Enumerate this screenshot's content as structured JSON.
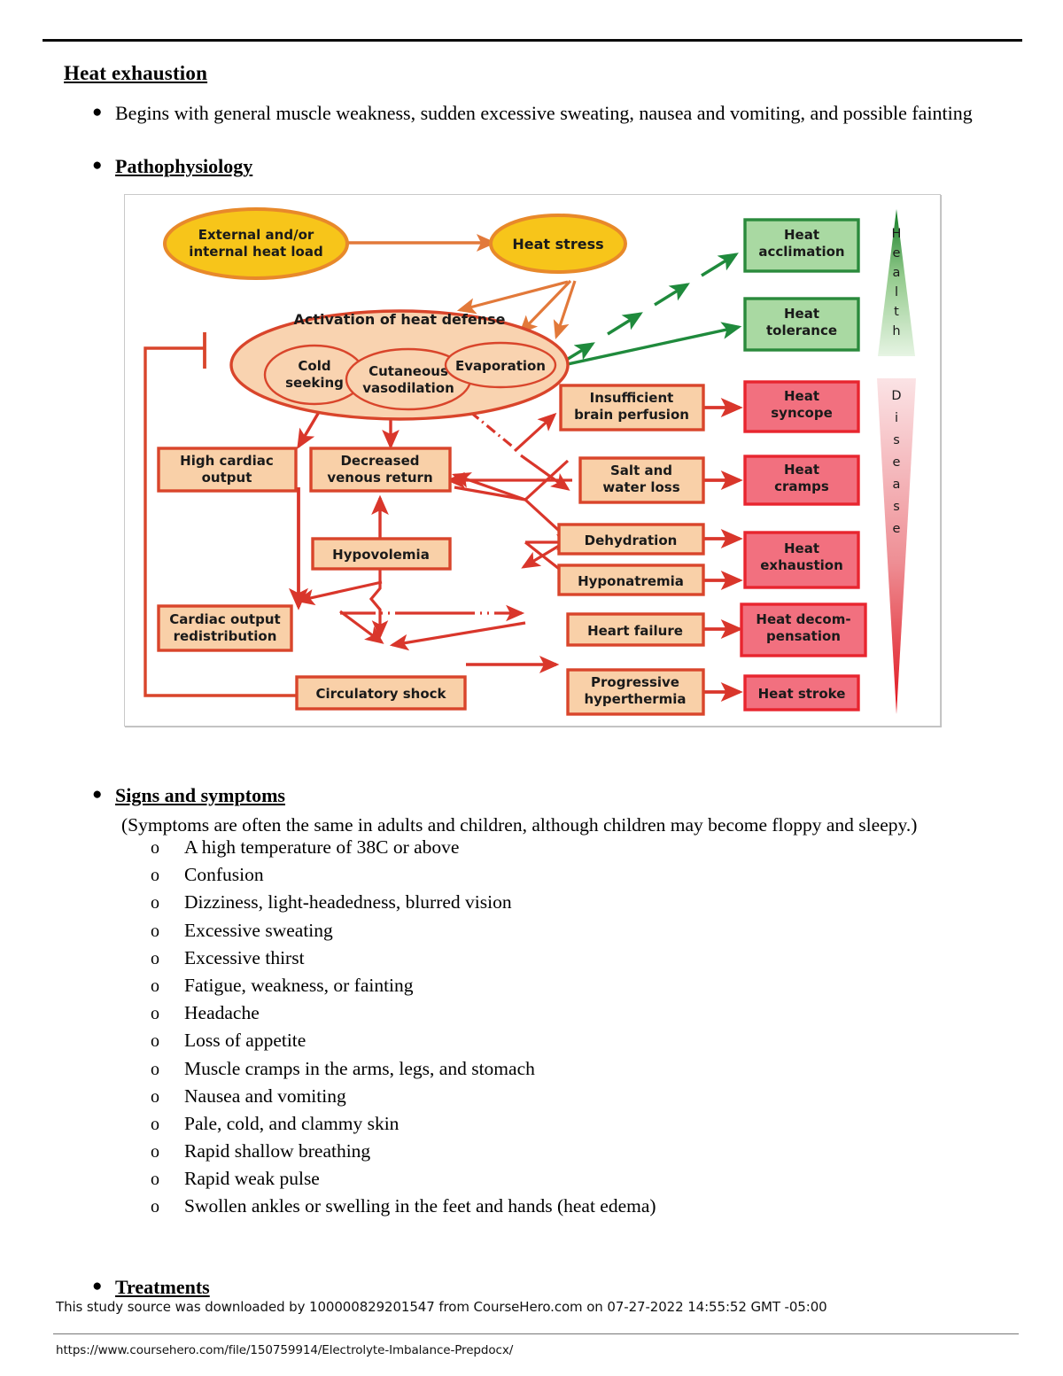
{
  "document": {
    "title": "Heat exhaustion",
    "bullets": [
      {
        "text": "Begins with general muscle weakness, sudden excessive sweating, nausea and vomiting, and possible fainting",
        "style": "plain"
      },
      {
        "text": "Pathophysiology",
        "style": "underline-bold"
      },
      {
        "text": "Signs and symptoms",
        "style": "underline-bold"
      },
      {
        "text": "Treatments",
        "style": "underline-bold"
      }
    ],
    "symptoms_note": "(Symptoms are often the same in adults and children, although children may become floppy and sleepy.)",
    "symptoms": [
      "A high temperature of 38C or above",
      "Confusion",
      "Dizziness, light-headedness, blurred vision",
      "Excessive sweating",
      "Excessive thirst",
      "Fatigue, weakness, or fainting",
      "Headache",
      "Loss of appetite",
      "Muscle cramps in the arms, legs, and stomach",
      "Nausea and vomiting",
      "Pale, cold, and clammy skin",
      "Rapid shallow breathing",
      "Rapid weak pulse",
      "Swollen ankles or swelling in the feet and hands (heat edema)"
    ],
    "sub_marker": "o"
  },
  "footer": {
    "watermark": "This study source was downloaded by 100000829201547 from CourseHero.com on 07-27-2022 14:55:52 GMT -05:00",
    "url": "https://www.coursehero.com/file/150759914/Electrolyte-Imbalance-Prepdocx/"
  },
  "diagram": {
    "title": "Heat stress pathophysiology flowchart",
    "colors": {
      "yellow_fill": "#f7c51a",
      "yellow_border": "#e8892a",
      "peach_fill": "#f9d0a8",
      "peach_border": "#d9452b",
      "orange_arrow": "#e2793a",
      "red_arrow": "#d9362b",
      "green_fill": "#a9d9a2",
      "green_border": "#2a8a3c",
      "green_arrow": "#1f8a3c",
      "red_fill": "#f2707f",
      "red_border": "#e8252f",
      "ellipse_fill": "#f9d3b0",
      "ellipse_border": "#d9452b"
    },
    "nodes": {
      "heat_load": [
        "External and/or",
        "internal heat load"
      ],
      "heat_stress": [
        "Heat stress"
      ],
      "defense_title": [
        "Activation of heat defense"
      ],
      "cold_seeking": [
        "Cold",
        "seeking"
      ],
      "cutaneous": [
        "Cutaneous",
        "vasodilation"
      ],
      "evaporation": [
        "Evaporation"
      ],
      "high_cardiac": [
        "High cardiac",
        "output"
      ],
      "decreased_venous": [
        "Decreased",
        "venous return"
      ],
      "hypovolemia": [
        "Hypovolemia"
      ],
      "cardiac_redistribution": [
        "Cardiac output",
        "redistribution"
      ],
      "circulatory_shock": [
        "Circulatory shock"
      ],
      "insufficient_brain": [
        "Insufficient",
        "brain perfusion"
      ],
      "salt_water": [
        "Salt and",
        "water loss"
      ],
      "dehydration": [
        "Dehydration"
      ],
      "hyponatremia": [
        "Hyponatremia"
      ],
      "heart_failure": [
        "Heart failure"
      ],
      "progressive_hyperthermia": [
        "Progressive",
        "hyperthermia"
      ],
      "heat_acclimation": [
        "Heat",
        "acclimation"
      ],
      "heat_tolerance": [
        "Heat",
        "tolerance"
      ],
      "heat_syncope": [
        "Heat",
        "syncope"
      ],
      "heat_cramps": [
        "Heat",
        "cramps"
      ],
      "heat_exhaustion": [
        "Heat",
        "exhaustion"
      ],
      "heat_decompensation": [
        "Heat decom-",
        "pensation"
      ],
      "heat_stroke": [
        "Heat stroke"
      ]
    },
    "scales": {
      "health": "Health",
      "disease": "Disease"
    }
  }
}
